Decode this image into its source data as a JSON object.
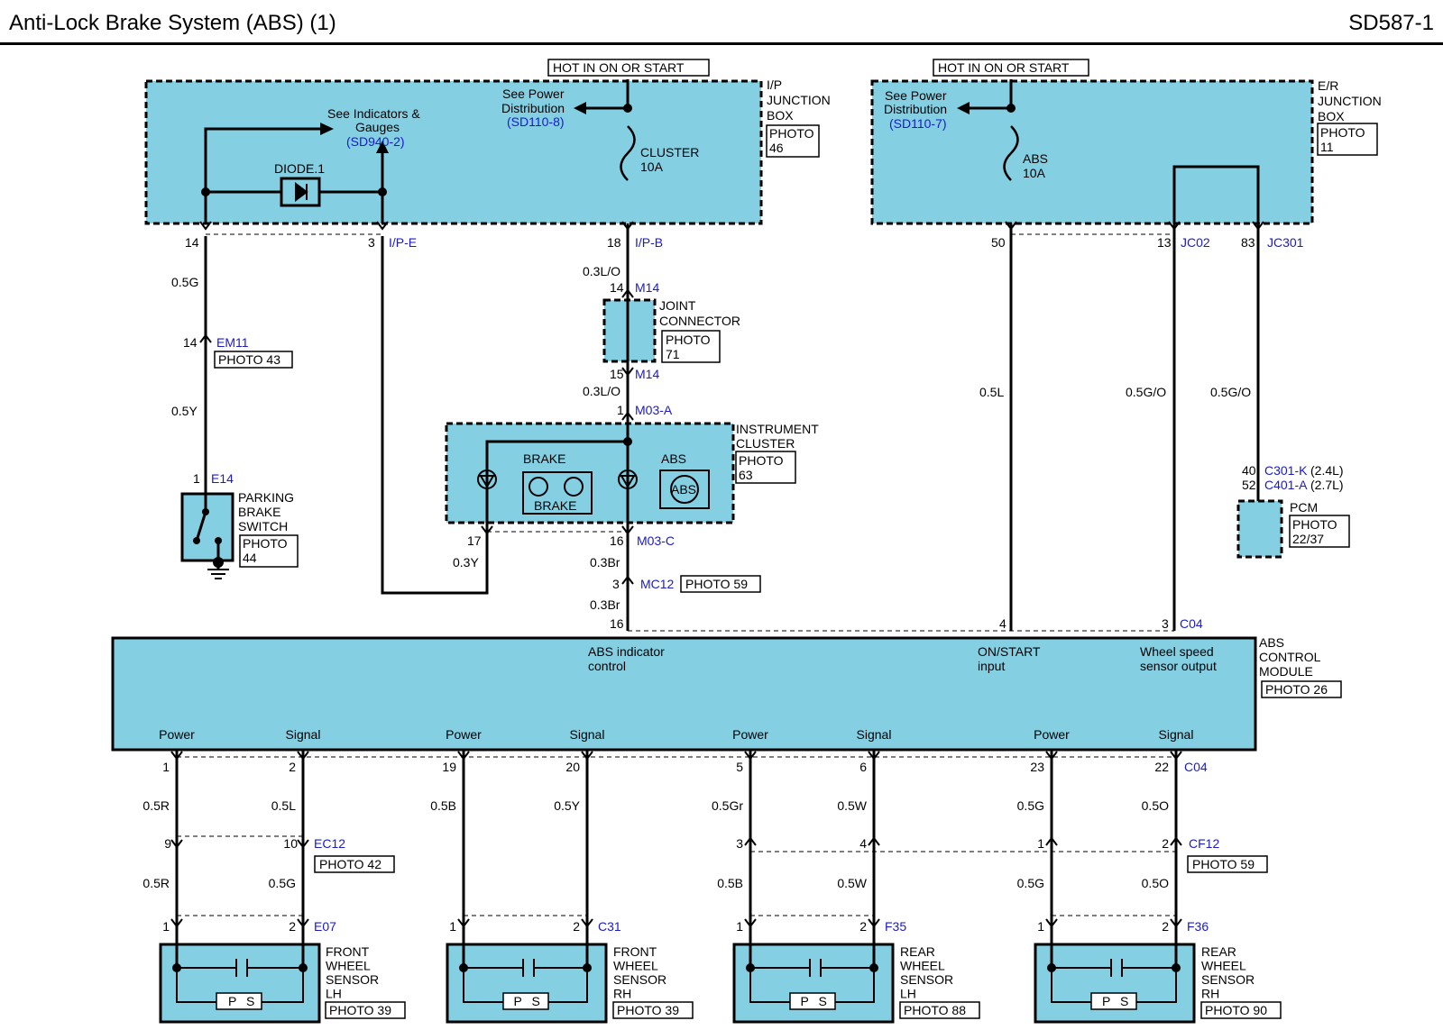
{
  "header": {
    "title": "Anti-Lock Brake System (ABS) (1)",
    "code": "SD587-1"
  },
  "hot_labels": [
    "HOT IN ON OR START",
    "HOT IN ON OR START"
  ],
  "ip_junction": {
    "name": [
      "I/P",
      "JUNCTION",
      "BOX"
    ],
    "photo": [
      "PHOTO",
      "46"
    ],
    "see_power": [
      "See Power",
      "Distribution"
    ],
    "see_power_ref": "(SD110-8)",
    "see_indicators": [
      "See Indicators &",
      "Gauges"
    ],
    "see_indicators_ref": "(SD940-2)",
    "diode": "DIODE.1",
    "fuse": [
      "CLUSTER",
      "10A"
    ]
  },
  "er_junction": {
    "name": [
      "E/R",
      "JUNCTION",
      "BOX"
    ],
    "photo": [
      "PHOTO",
      "11"
    ],
    "see_power": [
      "See Power",
      "Distribution"
    ],
    "see_power_ref": "(SD110-7)",
    "fuse": [
      "ABS",
      "10A"
    ]
  },
  "wire_labels": {
    "pin14": "14",
    "pin3": "3",
    "ipe": "I/P-E",
    "pin18": "18",
    "ipb": "I/P-B",
    "pin50": "50",
    "pin13": "13",
    "jc02": "JC02",
    "pin83": "83",
    "jc301": "JC301",
    "w05g": "0.5G",
    "em11_pin": "14",
    "em11": "EM11",
    "photo43": "PHOTO 43",
    "w05y": "0.5Y",
    "e14_pin": "1",
    "e14": "E14",
    "w03lo_a": "0.3L/O",
    "m14a_pin": "14",
    "m14a": "M14",
    "m14b_pin": "15",
    "m14b": "M14",
    "w03lo_b": "0.3L/O",
    "m03a_pin": "1",
    "m03a": "M03-A",
    "p17": "17",
    "p16": "16",
    "m03c": "M03-C",
    "w03y": "0.3Y",
    "w03br_a": "0.3Br",
    "mc12_pin": "3",
    "mc12": "MC12",
    "photo59": "PHOTO 59",
    "w03br_b": "0.3Br",
    "p16b": "16",
    "w05l": "0.5L",
    "w05go_a": "0.5G/O",
    "w05go_b": "0.5G/O",
    "c301": "C301-K",
    "c301_note": "(2.4L)",
    "c401": "C401-A",
    "c401_note": "(2.7L)",
    "pin40": "40",
    "pin52": "52",
    "pin4": "4",
    "pin3b": "3",
    "c04": "C04"
  },
  "joint_connector": {
    "name": [
      "JOINT",
      "CONNECTOR"
    ],
    "photo": [
      "PHOTO",
      "71"
    ]
  },
  "instrument_cluster": {
    "name": [
      "INSTRUMENT",
      "CLUSTER"
    ],
    "photo": [
      "PHOTO",
      "63"
    ],
    "brake_label": "BRAKE",
    "brake_label2": "BRAKE",
    "abs_label": "ABS",
    "abs_symbol": "ABS"
  },
  "parking_brake": {
    "name": [
      "PARKING",
      "BRAKE",
      "SWITCH"
    ],
    "photo": [
      "PHOTO",
      "44"
    ]
  },
  "pcm": {
    "name": "PCM",
    "photo": [
      "PHOTO",
      "22/37"
    ]
  },
  "abs_module": {
    "name": [
      "ABS",
      "CONTROL",
      "MODULE"
    ],
    "photo": "PHOTO 26",
    "abs_indicator": [
      "ABS indicator",
      "control"
    ],
    "on_start": [
      "ON/START",
      "input"
    ],
    "wheel_speed": [
      "Wheel speed",
      "sensor output"
    ],
    "ports": [
      "Power",
      "Signal",
      "Power",
      "Signal",
      "Power",
      "Signal",
      "Power",
      "Signal"
    ],
    "pins": [
      "1",
      "2",
      "19",
      "20",
      "5",
      "6",
      "23",
      "22"
    ],
    "c04": "C04"
  },
  "sensor_wiring": {
    "upper_wires": [
      "0.5R",
      "0.5L",
      "0.5B",
      "0.5Y",
      "0.5Gr",
      "0.5W",
      "0.5G",
      "0.5O"
    ],
    "lower_wires": [
      "0.5R",
      "0.5G",
      "0.5B",
      "0.5W",
      "0.5G",
      "0.5O"
    ],
    "ec12_pins": [
      "9",
      "10"
    ],
    "ec12": "EC12",
    "ec12_photo": "PHOTO 42",
    "cf12_pins": [
      "3",
      "4",
      "1",
      "2"
    ],
    "cf12": "CF12",
    "cf12_photo": "PHOTO 59"
  },
  "sensors": [
    {
      "pins": [
        "1",
        "2"
      ],
      "connector": "E07",
      "name": [
        "FRONT",
        "WHEEL",
        "SENSOR",
        "LH"
      ],
      "photo": "PHOTO 39",
      "p": "P",
      "s": "S"
    },
    {
      "pins": [
        "1",
        "2"
      ],
      "connector": "C31",
      "name": [
        "FRONT",
        "WHEEL",
        "SENSOR",
        "RH"
      ],
      "photo": "PHOTO 39",
      "p": "P",
      "s": "S"
    },
    {
      "pins": [
        "1",
        "2"
      ],
      "connector": "F35",
      "name": [
        "REAR",
        "WHEEL",
        "SENSOR",
        "LH"
      ],
      "photo": "PHOTO 88",
      "p": "P",
      "s": "S"
    },
    {
      "pins": [
        "1",
        "2"
      ],
      "connector": "F36",
      "name": [
        "REAR",
        "WHEEL",
        "SENSOR",
        "RH"
      ],
      "photo": "PHOTO 90",
      "p": "P",
      "s": "S"
    }
  ]
}
